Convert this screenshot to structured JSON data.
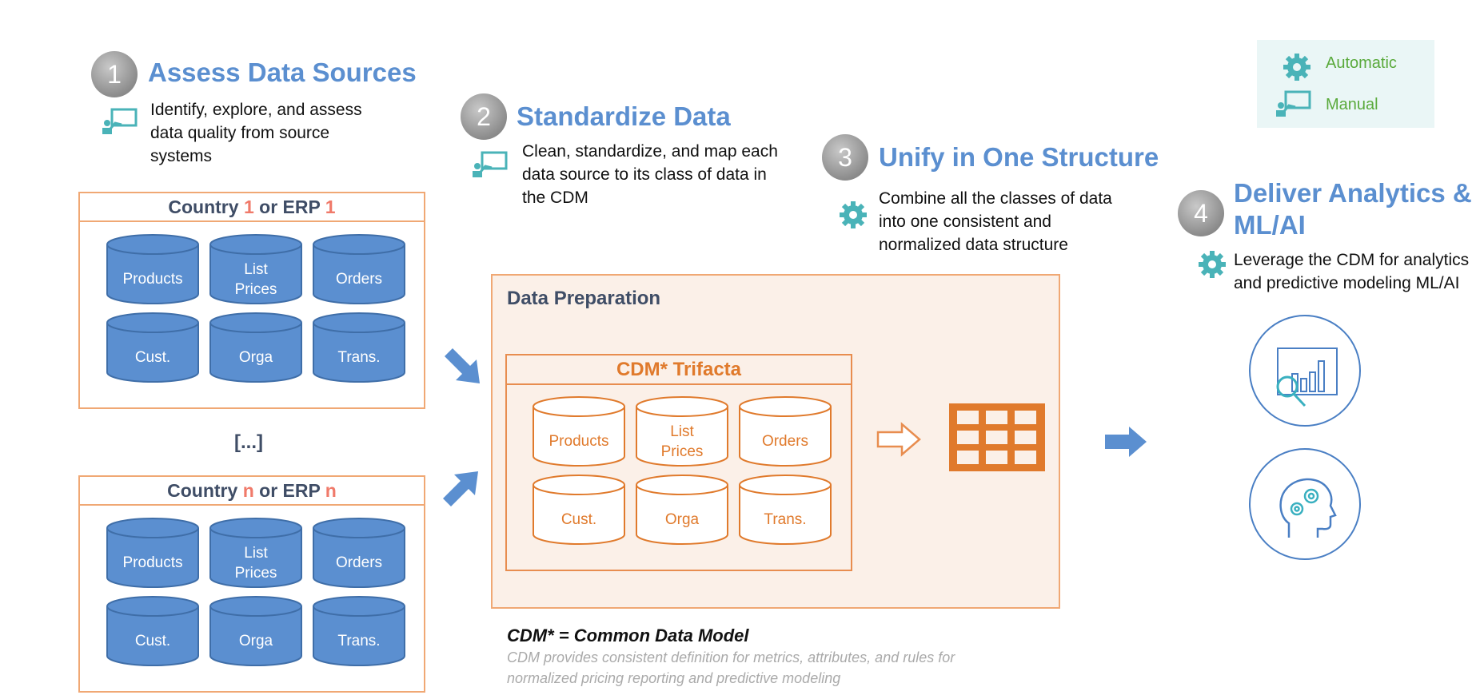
{
  "legend": {
    "automatic_label": "Automatic",
    "manual_label": "Manual"
  },
  "steps": [
    {
      "num": "1",
      "title": "Assess Data Sources",
      "desc": [
        "Identify, explore, and assess",
        "data quality from source",
        "systems"
      ],
      "mode": "manual"
    },
    {
      "num": "2",
      "title": "Standardize Data",
      "desc": [
        "Clean, standardize, and map each",
        "data source to its class of data in",
        "the CDM"
      ],
      "mode": "manual"
    },
    {
      "num": "3",
      "title": "Unify in One Structure",
      "desc": [
        "Combine all the classes of data",
        "into one consistent and",
        "normalized data structure"
      ],
      "mode": "automatic"
    },
    {
      "num": "4",
      "title": [
        "Deliver Analytics &",
        "ML/AI"
      ],
      "desc": [
        "Leverage the CDM for analytics",
        "and predictive modeling ML/AI"
      ],
      "mode": "automatic"
    }
  ],
  "sources": [
    {
      "prefix": "Country ",
      "n": "1",
      "mid": " or ERP ",
      "n2": "1"
    },
    {
      "prefix": "Country ",
      "n": "n",
      "mid": " or ERP ",
      "n2": "n"
    }
  ],
  "ellipsis": "[...]",
  "tables": [
    "Products",
    "List\nPrices",
    "Orders",
    "Cust.",
    "Orga",
    "Trans."
  ],
  "prep": {
    "title": "Data Preparation",
    "cdm_title": "CDM* Trifacta"
  },
  "footer": {
    "bold": "CDM* = Common Data Model",
    "note_line1": "CDM provides consistent definition for metrics, attributes, and rules for",
    "note_line2": "normalized pricing reporting and predictive modeling"
  },
  "colors": {
    "step_title": "#5b8fd0",
    "source_border": "#f0a874",
    "blue_cylinder": "#5b8fd0",
    "orange_accent": "#e07a2c",
    "manual_icon": "#4ab3b8",
    "automatic_icon": "#4ab3b8",
    "highlight_n": "#f07a6a"
  },
  "icons": {
    "manual": "presenter-board-icon",
    "automatic": "gear-icon",
    "analytics": "chart-magnifier-icon",
    "ai": "head-gears-icon",
    "table": "grid-table-icon"
  }
}
